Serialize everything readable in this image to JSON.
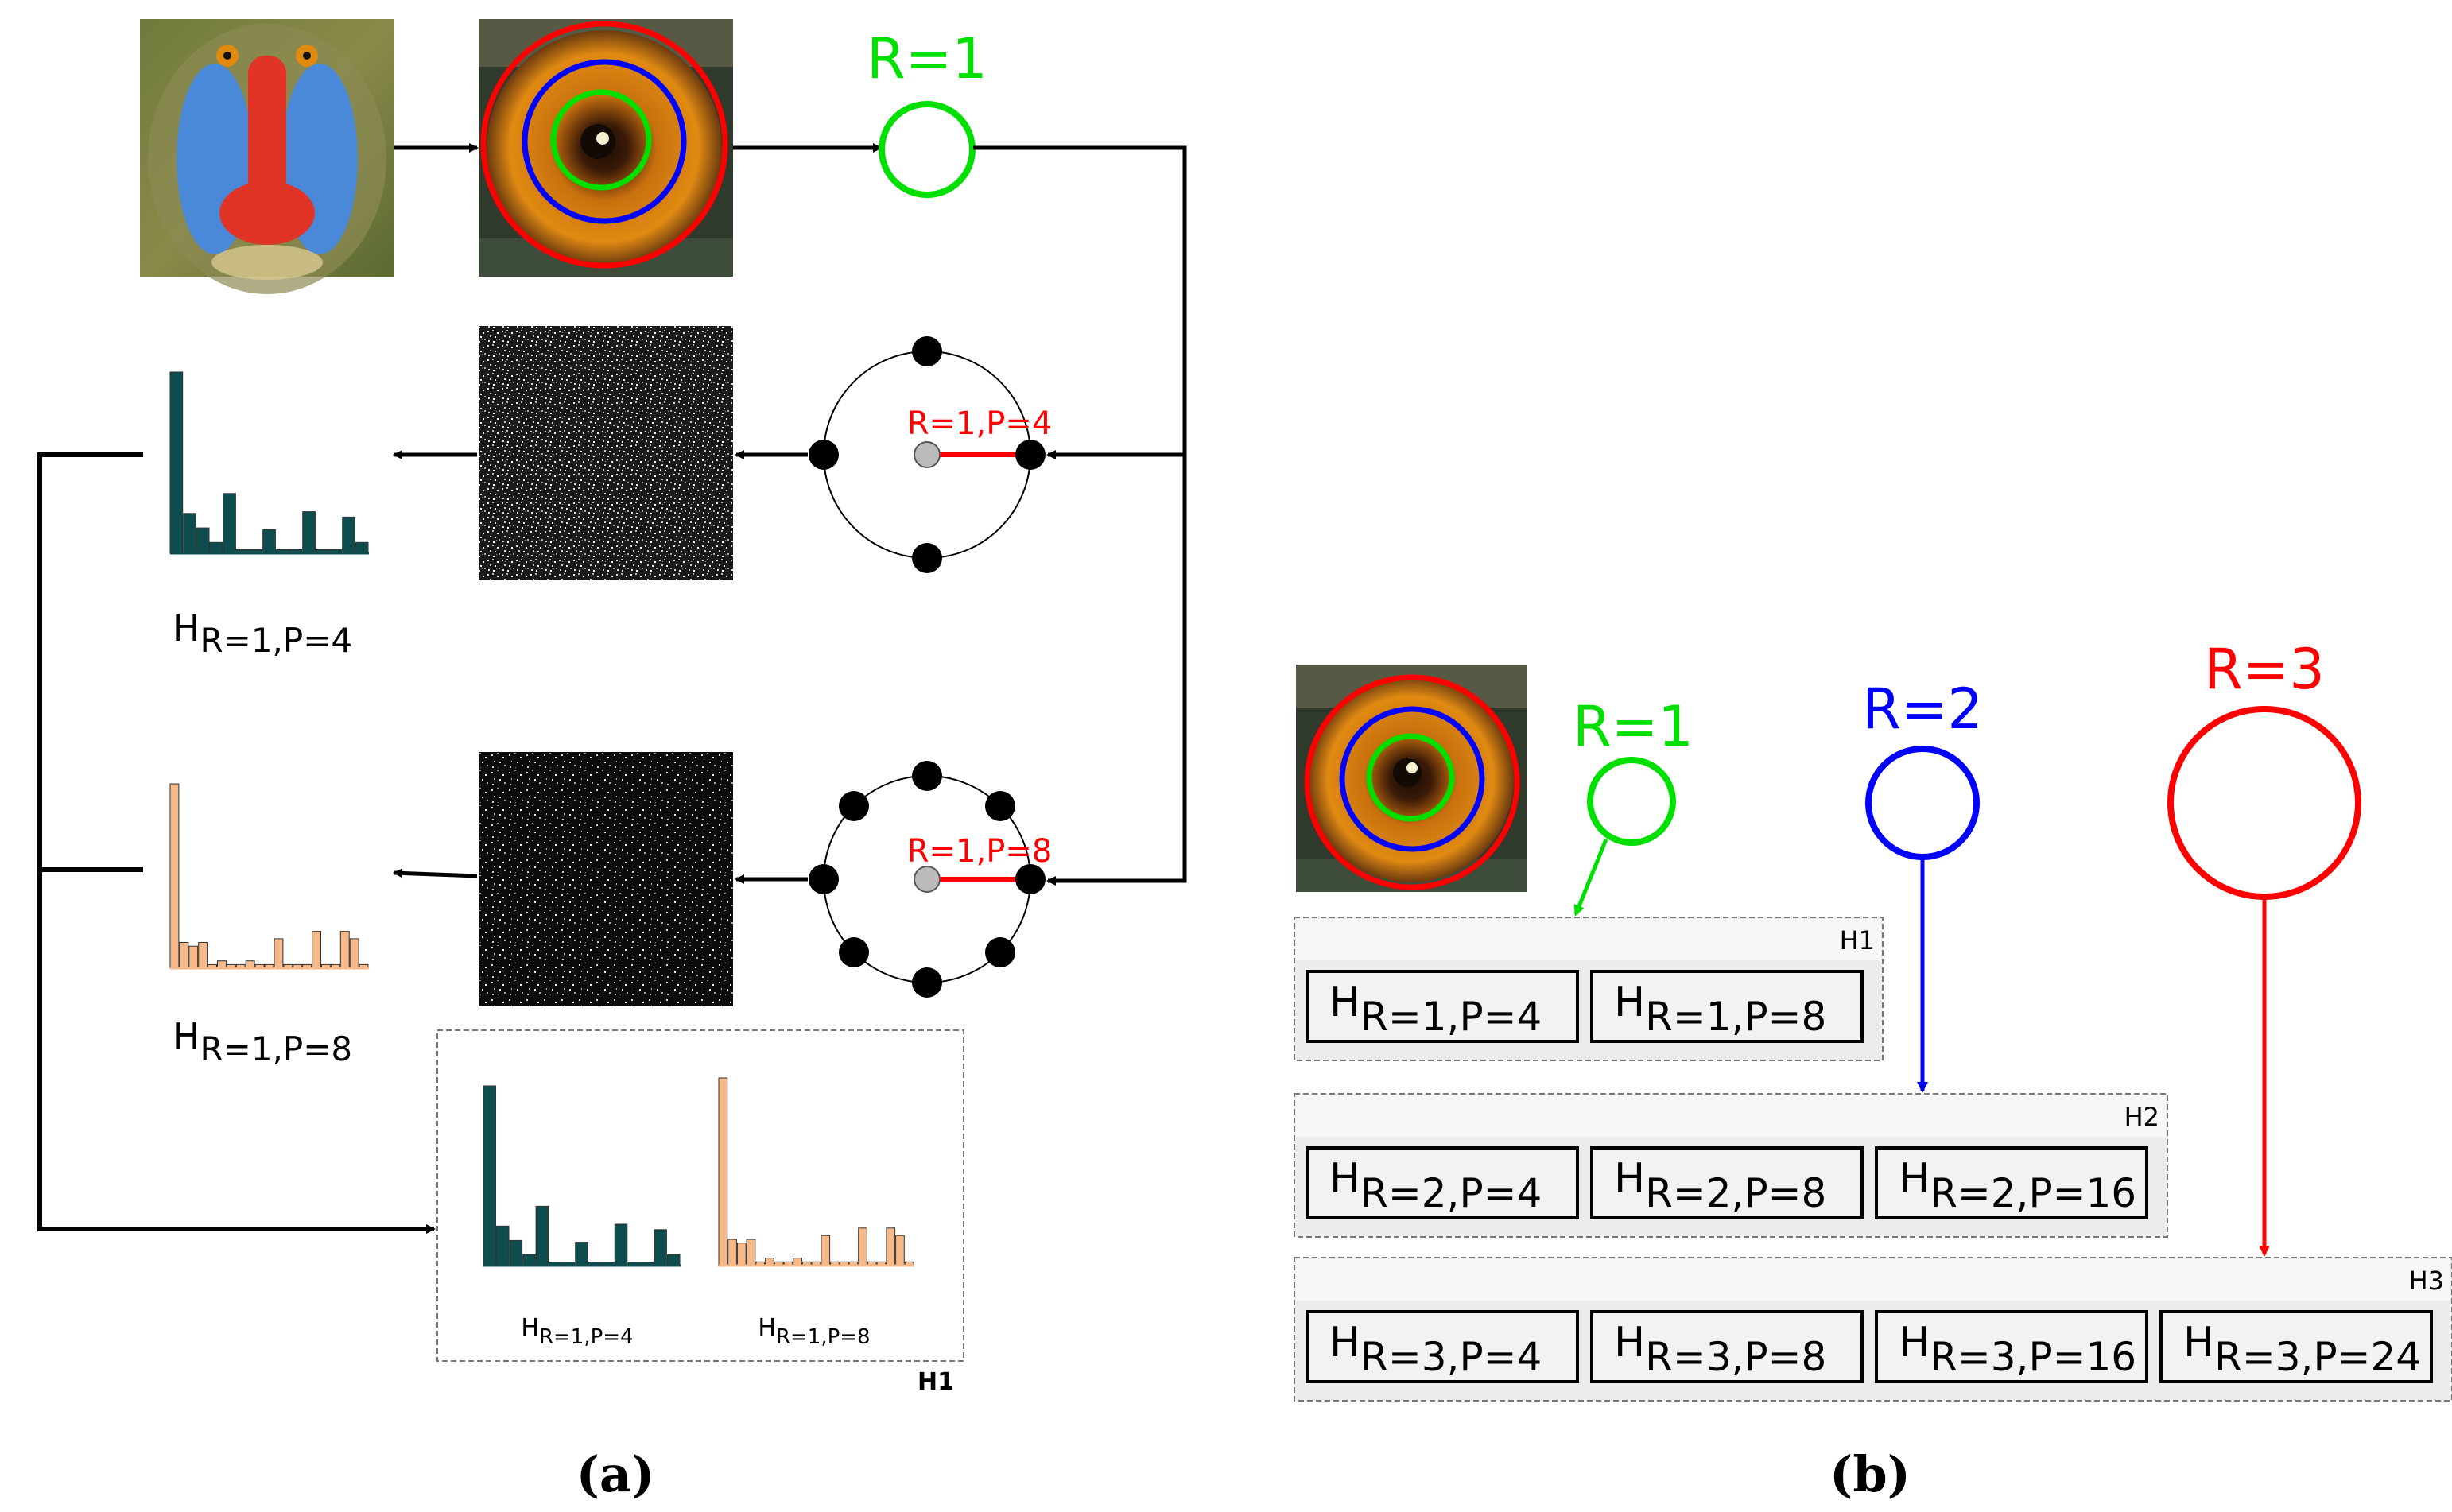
{
  "panel_a": {
    "caption": "(a)",
    "radius_label": "R=1",
    "pattern_p4_label": "R=1,P=4",
    "pattern_p8_label": "R=1,P=8",
    "hist_p4": {
      "symbol": "H",
      "subscript": "R=1,P=4",
      "color": "#0d4d4d",
      "bins": [
        1.0,
        0.22,
        0.14,
        0.06,
        0.33,
        0.02,
        0.02,
        0.13,
        0.02,
        0.02,
        0.23,
        0.02,
        0.02,
        0.2,
        0.06
      ]
    },
    "hist_p8": {
      "symbol": "H",
      "subscript": "R=1,P=8",
      "color": "#f5b98a",
      "bins": [
        1.0,
        0.14,
        0.12,
        0.14,
        0.02,
        0.04,
        0.02,
        0.02,
        0.04,
        0.02,
        0.02,
        0.16,
        0.02,
        0.02,
        0.02,
        0.2,
        0.02,
        0.02,
        0.2,
        0.16,
        0.02
      ]
    },
    "h1_box_label": "H1"
  },
  "panel_b": {
    "caption": "(b)",
    "radii": [
      {
        "label": "R=1",
        "color": "#00e000"
      },
      {
        "label": "R=2",
        "color": "#0000ff"
      },
      {
        "label": "R=3",
        "color": "#ff0000"
      }
    ],
    "groups": [
      {
        "label": "H1",
        "cells": [
          {
            "symbol": "H",
            "subscript": "R=1,P=4"
          },
          {
            "symbol": "H",
            "subscript": "R=1,P=8"
          }
        ]
      },
      {
        "label": "H2",
        "cells": [
          {
            "symbol": "H",
            "subscript": "R=2,P=4"
          },
          {
            "symbol": "H",
            "subscript": "R=2,P=8"
          },
          {
            "symbol": "H",
            "subscript": "R=2,P=16"
          }
        ]
      },
      {
        "label": "H3",
        "cells": [
          {
            "symbol": "H",
            "subscript": "R=3,P=4"
          },
          {
            "symbol": "H",
            "subscript": "R=3,P=8"
          },
          {
            "symbol": "H",
            "subscript": "R=3,P=16"
          },
          {
            "symbol": "H",
            "subscript": "R=3,P=24"
          }
        ]
      }
    ]
  },
  "colors": {
    "green": "#00e000",
    "blue": "#0000ff",
    "red": "#ff0000",
    "line": "#000000",
    "teal": "#0d4d4d",
    "peach": "#f5b98a"
  },
  "icons": {
    "mandrill_image": "mandrill-face-picture",
    "eye_crop": "eye-with-concentric-circles-picture",
    "lbp_map": "lbp-texture-map-picture"
  }
}
